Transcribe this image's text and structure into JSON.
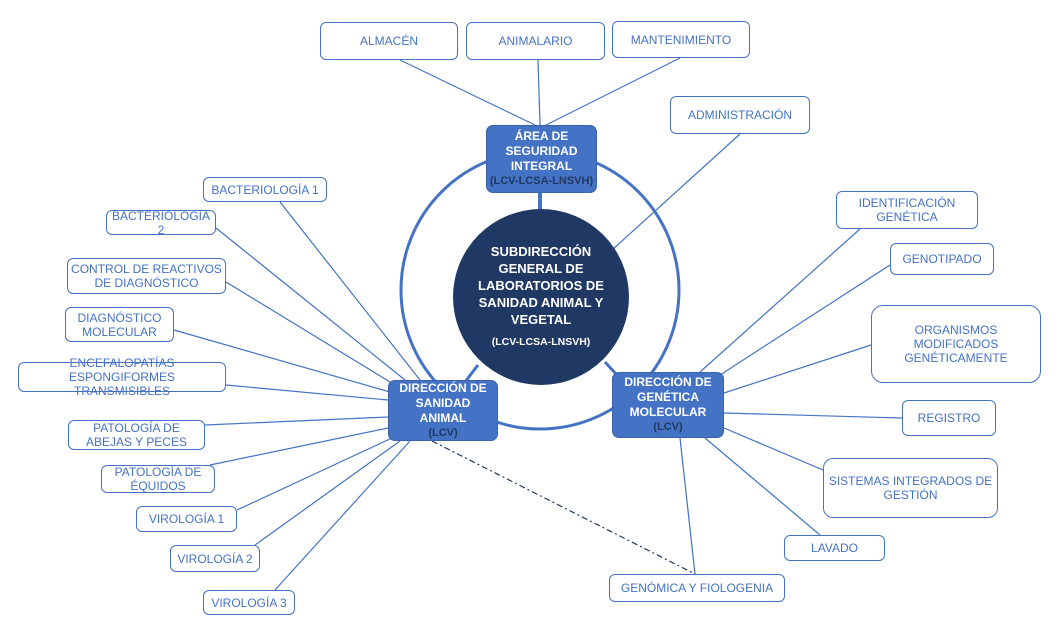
{
  "colors": {
    "accent": "#4472c4",
    "center": "#203864",
    "subtitle": "#1f3864"
  },
  "center": {
    "title": "SUBDIRECCIÓN GENERAL DE LABORATORIOS DE SANIDAD ANIMAL Y VEGETAL",
    "code": "(LCV-LCSA-LNSVH)"
  },
  "security": {
    "title": "ÁREA DE SEGURIDAD INTEGRAL",
    "code": "(LCV-LCSA-LNSVH)"
  },
  "animal": {
    "title": "DIRECCIÓN DE SANIDAD ANIMAL",
    "code": "(LCV)"
  },
  "genetics": {
    "title": "DIRECCIÓN DE GENÉTICA MOLECULAR",
    "code": "(LCV)"
  },
  "top_units": [
    "ALMACÉN",
    "ANIMALARIO",
    "MANTENIMIENTO"
  ],
  "administration": "ADMINISTRACIÓN",
  "animal_units": [
    "BACTERIOLOGÍA 1",
    "BACTERIOLOGÍA 2",
    "CONTROL DE REACTIVOS DE DIAGNÓSTICO",
    "DIAGNÓSTICO MOLECULAR",
    "ENCEFALOPATÍAS ESPONGIFORMES TRANSMISIBLES",
    "PATOLOGÍA DE ABEJAS Y PECES",
    "PATOLOGÍA DE ÉQUIDOS",
    "VIROLOGÍA 1",
    "VIROLOGÍA 2",
    "VIROLOGÍA 3"
  ],
  "genetics_units": [
    "IDENTIFICACIÓN GENÉTICA",
    "GENOTIPADO",
    "ORGANISMOS MODIFICADOS GENÉTICAMENTE",
    "REGISTRO",
    "SISTEMAS INTEGRADOS DE GESTIÓN",
    "LAVADO",
    "GENÓMICA Y FIOLOGENIA"
  ]
}
